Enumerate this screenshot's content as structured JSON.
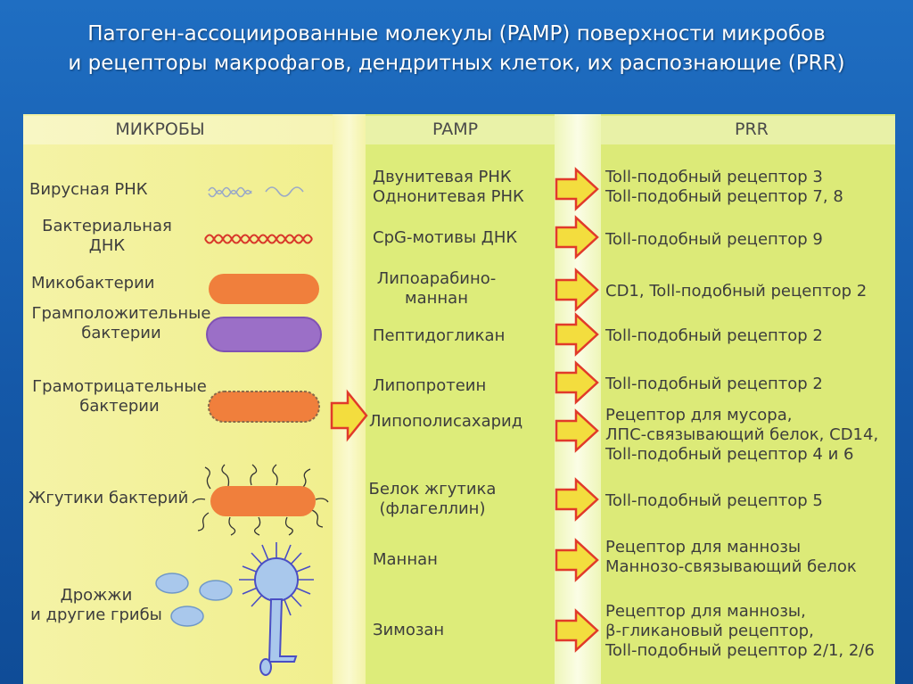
{
  "title": {
    "line1": "Патоген-ассоциированные молекулы (PAMP) поверхности микробов",
    "line2": "и рецепторы макрофагов, дендритных клеток, их распознающие (PRR)"
  },
  "headers": {
    "microbes": "МИКРОБЫ",
    "pamp": "PAMP",
    "prr": "PRR"
  },
  "microbes": [
    {
      "label": "Вирусная РНК",
      "icon": "rna-wave-icon"
    },
    {
      "label": "Бактериальная\nДНК",
      "icon": "dna-helix-icon"
    },
    {
      "label": "Микобактерии",
      "icon": "orange-rod-icon",
      "color": "#f07f3c"
    },
    {
      "label": "Грамположительные\nбактерии",
      "icon": "purple-rod-icon",
      "color": "#9b6fc7"
    },
    {
      "label": "Грамотрицательные\nбактерии",
      "icon": "orange-rod-outlined-icon",
      "color": "#f07f3c"
    },
    {
      "label": "Жгутики бактерий",
      "icon": "flagellated-rod-icon",
      "color": "#f07f3c"
    },
    {
      "label": "Дрожжи\nи другие грибы",
      "icon": "fungi-icon",
      "color": "#a9c8ec"
    }
  ],
  "pamp": [
    "Двунитевая РНК\nОднонитевая РНК",
    "CpG-мотивы ДНК",
    "Липоарабино-\nманнан",
    "Пептидогликан",
    "Липопротеин",
    "Липополисахарид",
    "Белок жгутика\n(флагеллин)",
    "Маннан",
    "Зимозан"
  ],
  "prr": [
    "Toll-подобный рецептор 3\nToll-подобный рецептор 7, 8",
    "Toll-подобный рецептор 9",
    "CD1, Toll-подобный рецептор 2",
    "Toll-подобный рецептор 2",
    "Toll-подобный рецептор 2",
    "Рецептор для мусора,\nЛПС-связывающий белок, CD14,\nToll-подобный рецептор 4 и 6",
    "Toll-подобный рецептор 5",
    "Рецептор для маннозы\nМаннозо-связывающий белок",
    "Рецептор для маннозы,\nβ-гликановый рецептор,\nToll-подобный рецептор 2/1, 2/6"
  ],
  "colors": {
    "arrow_fill": "#f3dd3e",
    "arrow_stroke": "#e13a2a",
    "text": "#3d3d3d"
  }
}
